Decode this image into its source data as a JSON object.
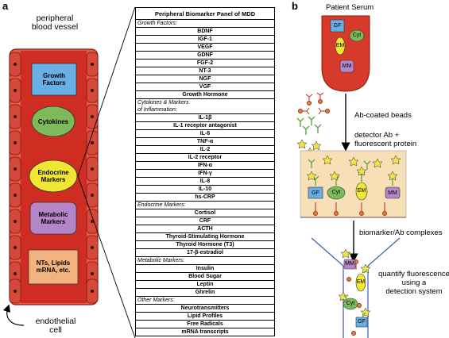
{
  "panel_a": {
    "letter": "a",
    "vessel_label": "peripheral\nblood vessel",
    "cell_label": "endothelial\ncell",
    "boxes": {
      "growth_factors": "Growth\nFactors",
      "cytokines": "Cytokines",
      "endocrine": "Endocrine\nMarkers",
      "metabolic": "Metabolic\nMarkers",
      "nts": "NTs, Lipids\nmRNA, etc."
    },
    "table": {
      "title": "Peripheral Biomarker Panel of MDD",
      "rows": [
        {
          "type": "cat",
          "text": "Growth Factors:"
        },
        {
          "type": "item",
          "text": "BDNF"
        },
        {
          "type": "item",
          "text": "IGF-1"
        },
        {
          "type": "item",
          "text": "VEGF"
        },
        {
          "type": "item",
          "text": "GDNF"
        },
        {
          "type": "item",
          "text": "FGF-2"
        },
        {
          "type": "item",
          "text": "NT-3"
        },
        {
          "type": "item",
          "text": "NGF"
        },
        {
          "type": "item",
          "text": "VGF"
        },
        {
          "type": "item",
          "text": "Growth Hormone"
        },
        {
          "type": "cat2",
          "text": "Cytokines & Markers\nof Inflammation:"
        },
        {
          "type": "item",
          "text": "IL-1β"
        },
        {
          "type": "item",
          "text": "IL-1 receptor antagonist"
        },
        {
          "type": "item",
          "text": "IL-6"
        },
        {
          "type": "item",
          "text": "TNF-α"
        },
        {
          "type": "item",
          "text": "IL-2"
        },
        {
          "type": "item",
          "text": "IL-2 receptor"
        },
        {
          "type": "item",
          "text": "IFN-α"
        },
        {
          "type": "item",
          "text": "IFN-γ"
        },
        {
          "type": "item",
          "text": "IL-8"
        },
        {
          "type": "item",
          "text": "IL-10"
        },
        {
          "type": "item",
          "text": "hs-CRP"
        },
        {
          "type": "cat",
          "text": "Endocrine Markers:"
        },
        {
          "type": "item",
          "text": "Cortisol"
        },
        {
          "type": "item",
          "text": "CRF"
        },
        {
          "type": "item",
          "text": "ACTH"
        },
        {
          "type": "item",
          "text": "Thyroid-Stimulating Hormone"
        },
        {
          "type": "item",
          "text": "Thyroid Hormone (T3)"
        },
        {
          "type": "item",
          "text": "17-β-estradiol"
        },
        {
          "type": "cat",
          "text": "Metabolic Markers:"
        },
        {
          "type": "item",
          "text": "Insulin"
        },
        {
          "type": "item",
          "text": "Blood Sugar"
        },
        {
          "type": "item",
          "text": "Leptin"
        },
        {
          "type": "item",
          "text": "Ghrelin"
        },
        {
          "type": "cat",
          "text": "Other Markers:"
        },
        {
          "type": "item",
          "text": "Neurotransmitters"
        },
        {
          "type": "item",
          "text": "Lipid Profiles"
        },
        {
          "type": "item",
          "text": "Free Radicals"
        },
        {
          "type": "item",
          "text": "mRNA transcripts"
        }
      ]
    },
    "colors": {
      "vessel": "#d63a2a",
      "vessel_edge": "#8a1c12",
      "growth": "#6aaee6",
      "cytokines": "#7dbb5a",
      "endocrine": "#f0e634",
      "metabolic": "#b486c8",
      "nts": "#f2b37e"
    }
  },
  "panel_b": {
    "letter": "b",
    "serum_label": "Patient Serum",
    "step1": "Ab-coated beads",
    "step2": "detector Ab +\nfluorescent protein",
    "step3": "biomarker/Ab complexes",
    "step4": "quantify fluorescence\nusing a\ndetection system",
    "chips": {
      "gf": "GF",
      "cyt": "Cyt",
      "em": "EM",
      "mm": "MM"
    },
    "colors": {
      "tube": "#d63a2a",
      "well": "#f8e0b6",
      "gf": "#6aaee6",
      "cyt": "#7dbb5a",
      "em": "#f0e634",
      "mm": "#b486c8"
    }
  }
}
